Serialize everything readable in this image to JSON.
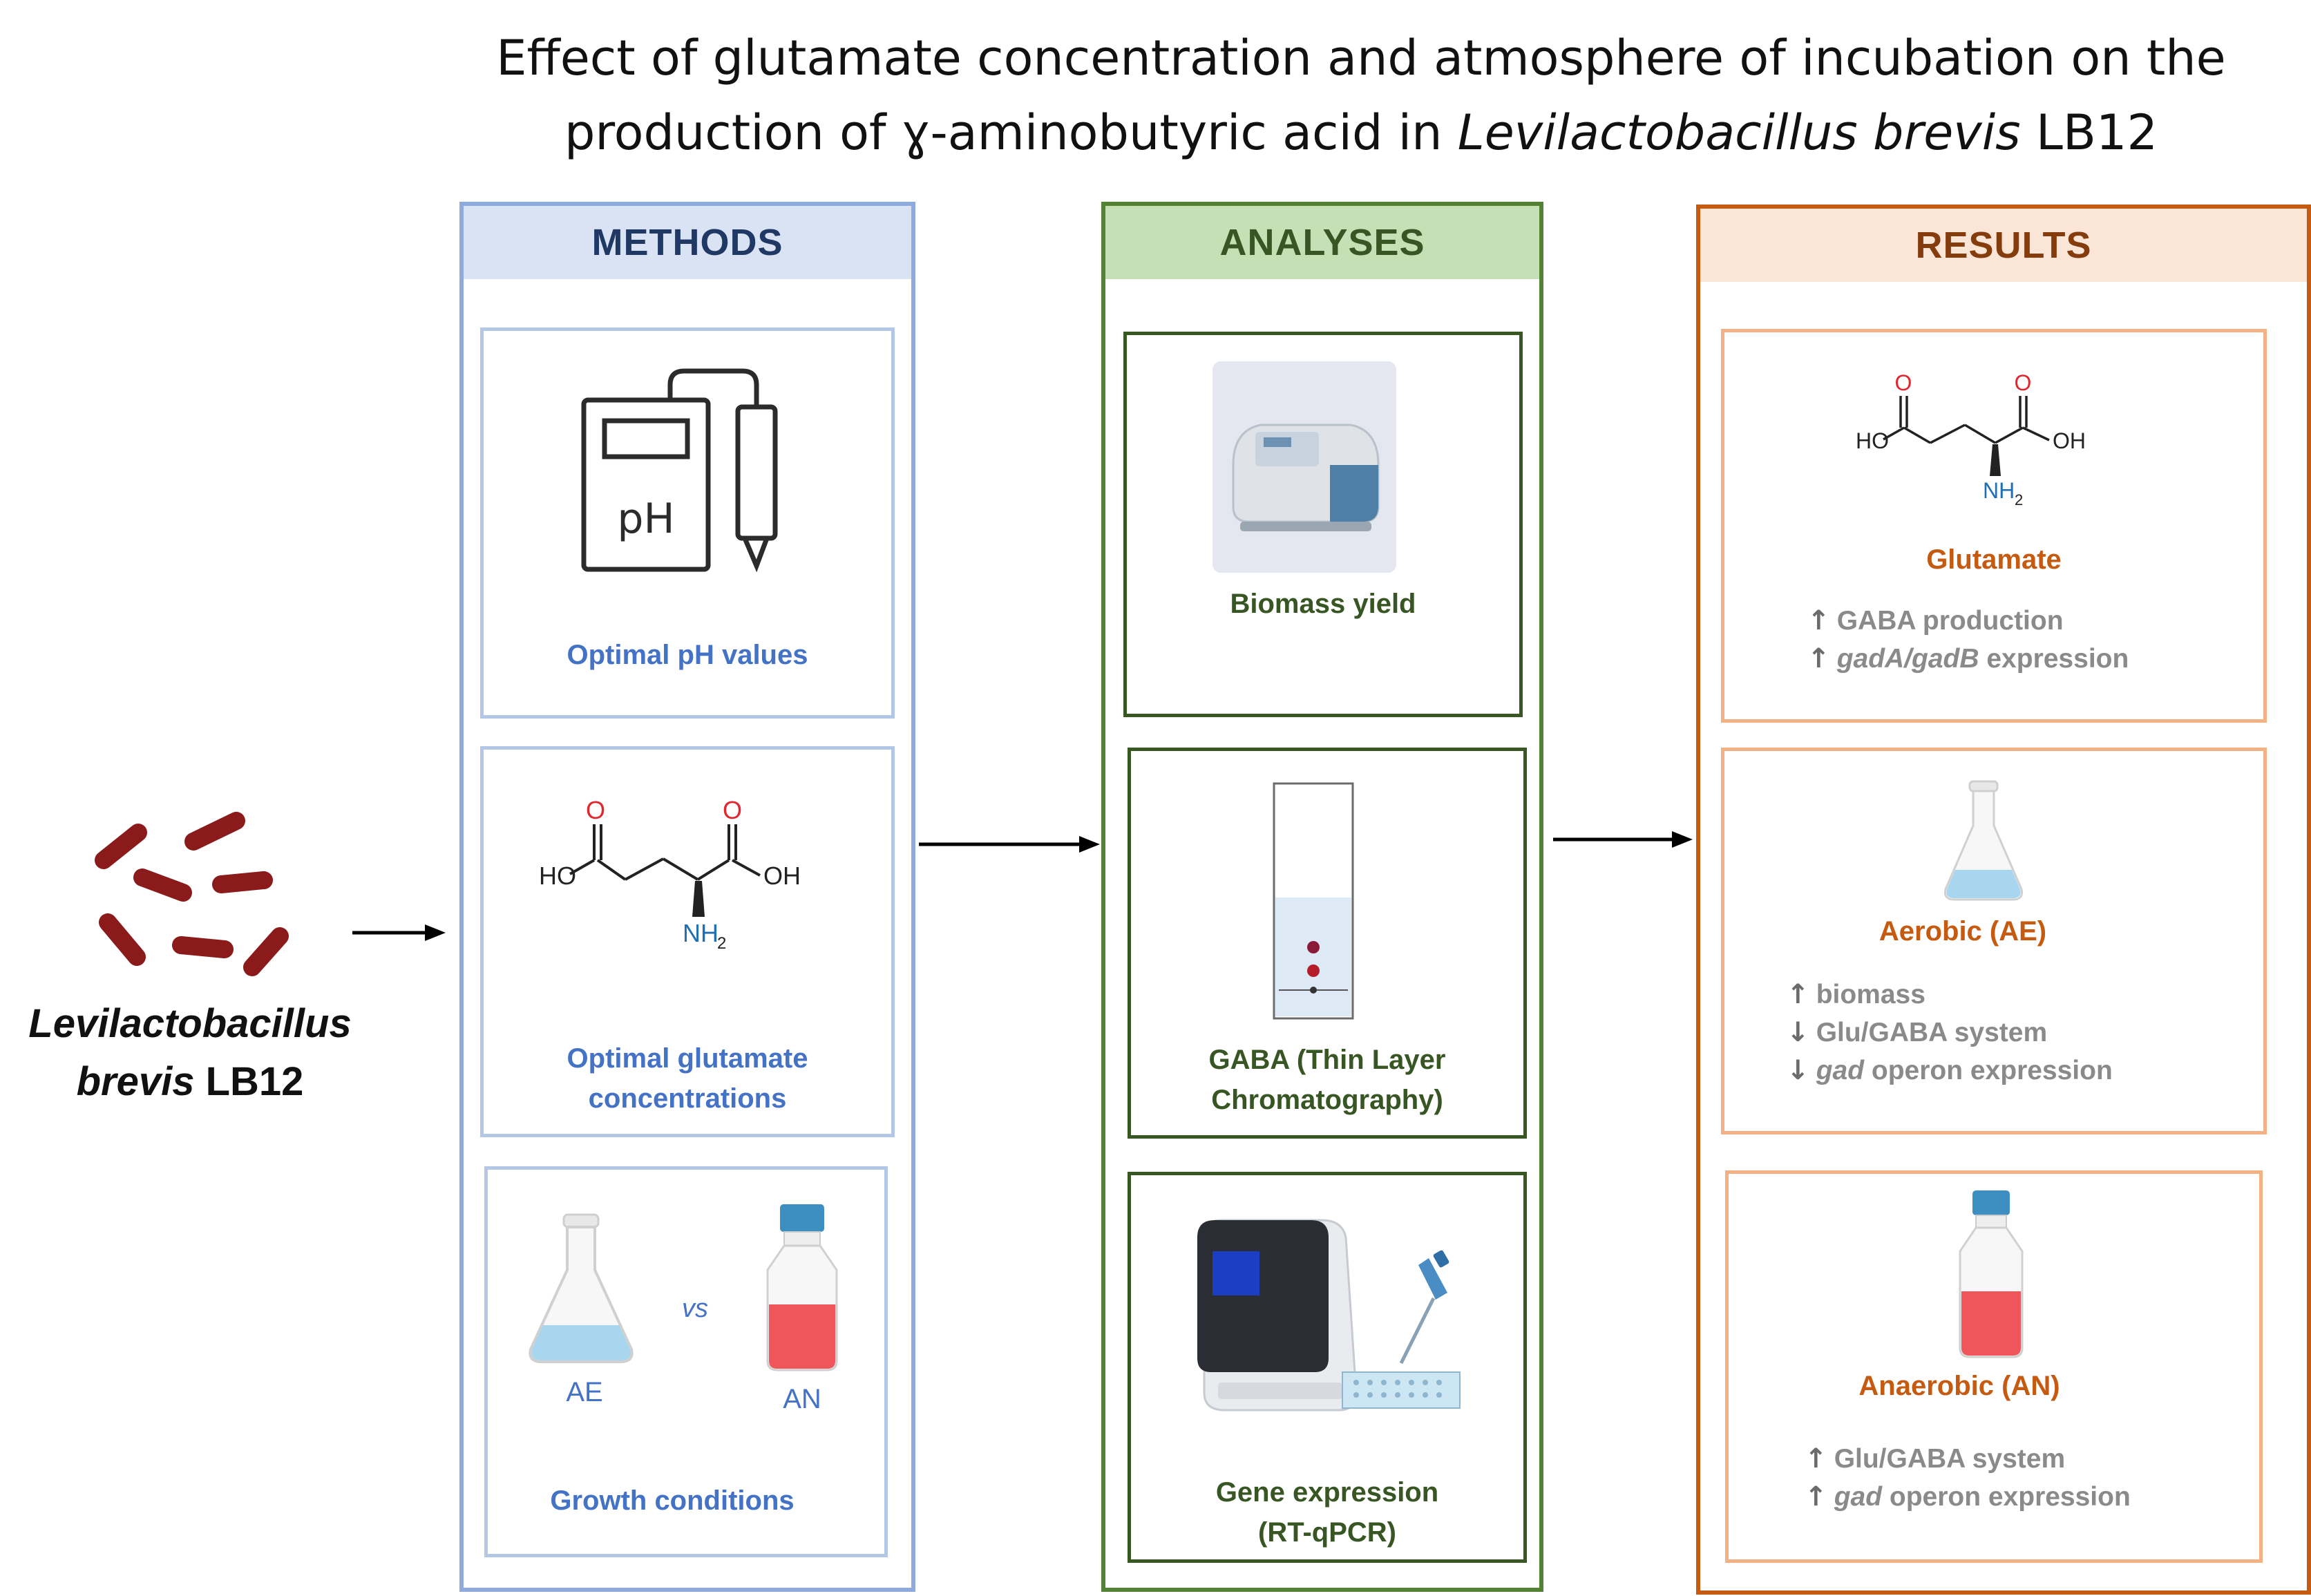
{
  "title": {
    "line1": "Effect of glutamate concentration and atmosphere of incubation on the",
    "line2_prefix": "production of ɣ-aminobutyric acid in ",
    "line2_italic": "Levilactobacillus brevis",
    "line2_suffix": " LB12"
  },
  "organism": {
    "genus": "Levilactobacillus",
    "species": "brevis",
    "strain": " LB12"
  },
  "methods": {
    "header": "METHODS",
    "ph_label": "Optimal pH values",
    "ph_device_text": "pH",
    "glutamate_label_line1": "Optimal glutamate",
    "glutamate_label_line2": "concentrations",
    "ae_label": "AE",
    "vs_label": "vs",
    "an_label": "AN",
    "growth_label": "Growth conditions"
  },
  "molecule": {
    "ho": "HO",
    "oh": "OH",
    "o": "O",
    "nh": "NH",
    "sub2": "2"
  },
  "analyses": {
    "header": "ANALYSES",
    "biomass_label": "Biomass yield",
    "tlc_label_line1": "GABA (Thin Layer",
    "tlc_label_line2": "Chromatography)",
    "gene_label_line1": "Gene expression",
    "gene_label_line2": "(RT-qPCR)"
  },
  "results": {
    "header": "RESULTS",
    "glutamate": {
      "label": "Glutamate",
      "bullets": [
        {
          "arrow": "↑",
          "italic": "",
          "text": "GABA production"
        },
        {
          "arrow": "↑",
          "italic": "gadA/gadB",
          "text": " expression"
        }
      ]
    },
    "aerobic": {
      "label": "Aerobic (AE)",
      "bullets": [
        {
          "arrow": "↑",
          "italic": "",
          "text": "biomass"
        },
        {
          "arrow": "↓",
          "italic": "",
          "text": "Glu/GABA system"
        },
        {
          "arrow": "↓",
          "italic": "gad",
          "text": " operon expression"
        }
      ]
    },
    "anaerobic": {
      "label": "Anaerobic (AN)",
      "bullets": [
        {
          "arrow": "↑",
          "italic": "",
          "text": "Glu/GABA system"
        },
        {
          "arrow": "↑",
          "italic": "gad",
          "text": " operon expression"
        }
      ]
    }
  },
  "colors": {
    "methods_border": "#8faadc",
    "analyses_border": "#548235",
    "results_border": "#c55a11",
    "bacteria": "#8b1a1a",
    "molecule_oxygen": "#e0262e",
    "molecule_nitrogen": "#1f6fb5",
    "flask_liquid": "#a9d6ef",
    "bottle_liquid": "#f0555c",
    "bottle_cap": "#3d8fc2"
  }
}
